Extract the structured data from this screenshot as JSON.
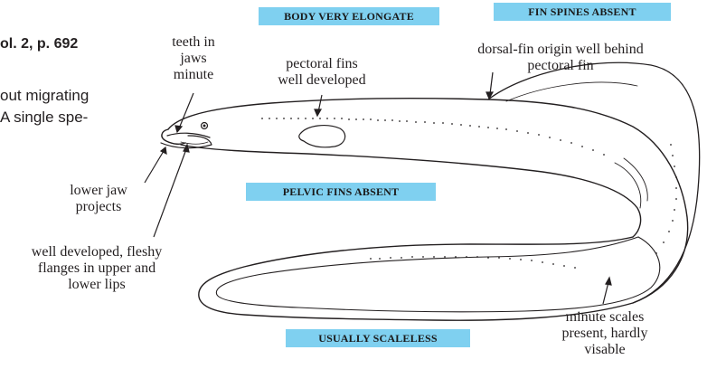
{
  "page_fragment": {
    "header": "ol. 2, p. 692",
    "body_line_1": "out migrating",
    "body_line_2": "A single spe-"
  },
  "callouts": {
    "teeth": [
      "teeth in",
      "jaws",
      "minute"
    ],
    "pectoral": [
      "pectoral fins",
      "well developed"
    ],
    "dorsal": [
      "dorsal-fin origin well behind",
      "pectoral fin"
    ],
    "lower_jaw": [
      "lower jaw",
      "projects"
    ],
    "lips": [
      "well developed, fleshy",
      "flanges in upper and",
      "lower lips"
    ],
    "scales": [
      "minute scales",
      "present, hardly",
      "visable"
    ]
  },
  "key_features": {
    "body": "BODY VERY ELONGATE",
    "fin_spines": "FIN SPINES ABSENT",
    "pelvic": "PELVIC FINS ABSENT",
    "scaleless": "USUALLY SCALELESS"
  },
  "colors": {
    "label_bg": "#7fd0f0",
    "ink": "#231f20"
  }
}
